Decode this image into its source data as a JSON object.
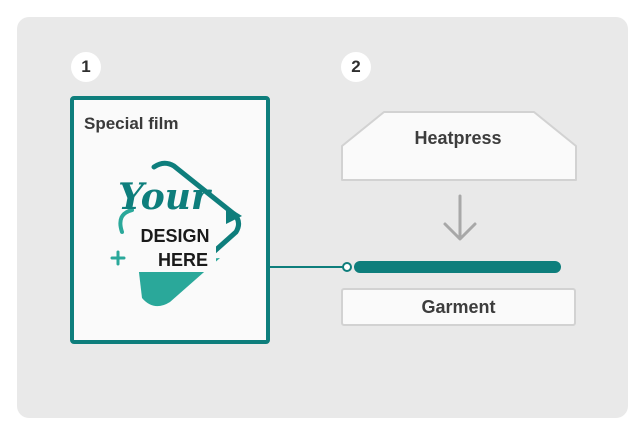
{
  "steps": {
    "step1": "1",
    "step2": "2"
  },
  "film": {
    "label": "Special film",
    "logo": {
      "line1": "Your",
      "line2": "DESIGN",
      "line3": "HERE"
    }
  },
  "press": {
    "label": "Heatpress"
  },
  "garment": {
    "label": "Garment"
  },
  "colors": {
    "accent": "#0e7e7c",
    "accent_light": "#2aa89a",
    "panel": "#e9e9e9",
    "card": "#fafafa",
    "outline": "#d2d2d2",
    "text": "#3d3d3d"
  },
  "icons": {
    "arrow": "arrow-down-icon"
  }
}
